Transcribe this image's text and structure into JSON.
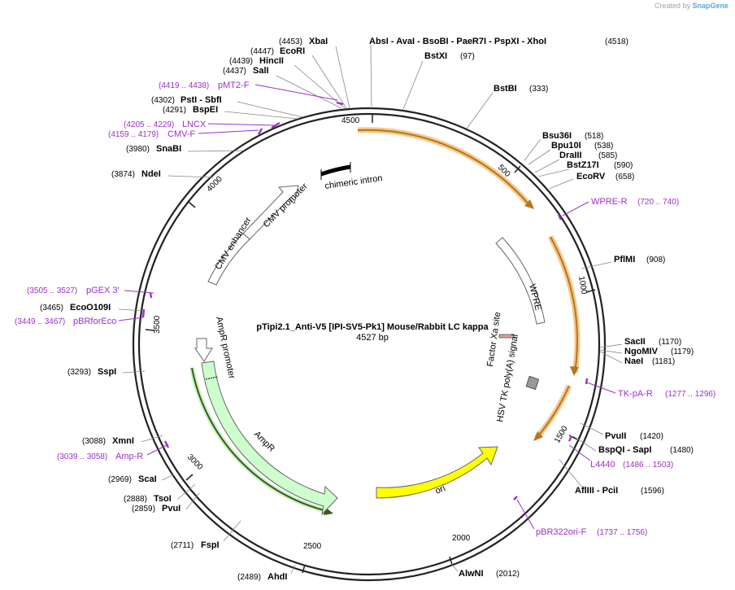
{
  "brand": {
    "created_by": "Created by",
    "app": "SnapGene"
  },
  "plasmid": {
    "name": "pTipi2.1_Anti-V5 [IPI-SV5-Pk1] Mouse/Rabbit LC kappa",
    "length_label": "4527 bp",
    "length": 4527
  },
  "ticks": [
    "500",
    "1000",
    "1500",
    "2000",
    "2500",
    "3000",
    "3500",
    "4000",
    "4500"
  ],
  "sites": [
    {
      "name": "XbaI",
      "pos": "(4453)"
    },
    {
      "name": "EcoRI",
      "pos": "(4447)"
    },
    {
      "name": "HincII",
      "pos": "(4439)"
    },
    {
      "name": "SalI",
      "pos": "(4437)"
    },
    {
      "name": "PstI - SbfI",
      "pos": "(4302)"
    },
    {
      "name": "BspEI",
      "pos": "(4291)"
    },
    {
      "name": "SnaBI",
      "pos": "(3980)"
    },
    {
      "name": "NdeI",
      "pos": "(3874)"
    },
    {
      "name": "EcoO109I",
      "pos": "(3465)"
    },
    {
      "name": "SspI",
      "pos": "(3293)"
    },
    {
      "name": "XmnI",
      "pos": "(3088)"
    },
    {
      "name": "ScaI",
      "pos": "(2969)"
    },
    {
      "name": "TsoI",
      "pos": "(2888)"
    },
    {
      "name": "PvuI",
      "pos": "(2859)"
    },
    {
      "name": "FspI",
      "pos": "(2711)"
    },
    {
      "name": "AhdI",
      "pos": "(2489)"
    },
    {
      "name": "AbsI - AvaI - BsoBI - PaeR7I - PspXI - XhoI",
      "pos": "(4518)"
    },
    {
      "name": "BstXI",
      "pos": "(97)"
    },
    {
      "name": "BstBI",
      "pos": "(333)"
    },
    {
      "name": "Bsu36I",
      "pos": "(518)"
    },
    {
      "name": "Bpu10I",
      "pos": "(538)"
    },
    {
      "name": "DraIII",
      "pos": "(585)"
    },
    {
      "name": "BstZ17I",
      "pos": "(590)"
    },
    {
      "name": "EcoRV",
      "pos": "(658)"
    },
    {
      "name": "PflMI",
      "pos": "(908)"
    },
    {
      "name": "SacII",
      "pos": "(1170)"
    },
    {
      "name": "NgoMIV",
      "pos": "(1179)"
    },
    {
      "name": "NaeI",
      "pos": "(1181)"
    },
    {
      "name": "PvuII",
      "pos": "(1420)"
    },
    {
      "name": "BspQI - SapI",
      "pos": "(1480)"
    },
    {
      "name": "AflIII - PciI",
      "pos": "(1596)"
    },
    {
      "name": "AlwNI",
      "pos": "(2012)"
    }
  ],
  "primers": [
    {
      "name": "pMT2-F",
      "pos": "(4419 .. 4438)"
    },
    {
      "name": "LNCX",
      "pos": "(4205 .. 4229)"
    },
    {
      "name": "CMV-F",
      "pos": "(4159 .. 4179)"
    },
    {
      "name": "pGEX 3'",
      "pos": "(3505 .. 3527)"
    },
    {
      "name": "pBRforEco",
      "pos": "(3449 .. 3467)"
    },
    {
      "name": "Amp-R",
      "pos": "(3039 .. 3058)"
    },
    {
      "name": "WPRE-R",
      "pos": "(720 .. 740)"
    },
    {
      "name": "TK-pA-R",
      "pos": "(1277 .. 1296)"
    },
    {
      "name": "L4440",
      "pos": "(1486 .. 1503)"
    },
    {
      "name": "pBR322ori-F",
      "pos": "(1737 .. 1756)"
    }
  ],
  "features": [
    {
      "name": "chimeric intron"
    },
    {
      "name": "CMV promoter"
    },
    {
      "name": "CMV enhancer"
    },
    {
      "name": "WPRE"
    },
    {
      "name": "Factor Xa site"
    },
    {
      "name": "HSV TK poly(A) signal"
    },
    {
      "name": "AmpR promoter"
    },
    {
      "name": "AmpR"
    },
    {
      "name": "ori"
    }
  ],
  "colors": {
    "backbone": "#222222",
    "primer": "#9b30c8",
    "ori": "#ffff00",
    "ampr": "#ccffcc",
    "orf": "#e6a13c"
  }
}
